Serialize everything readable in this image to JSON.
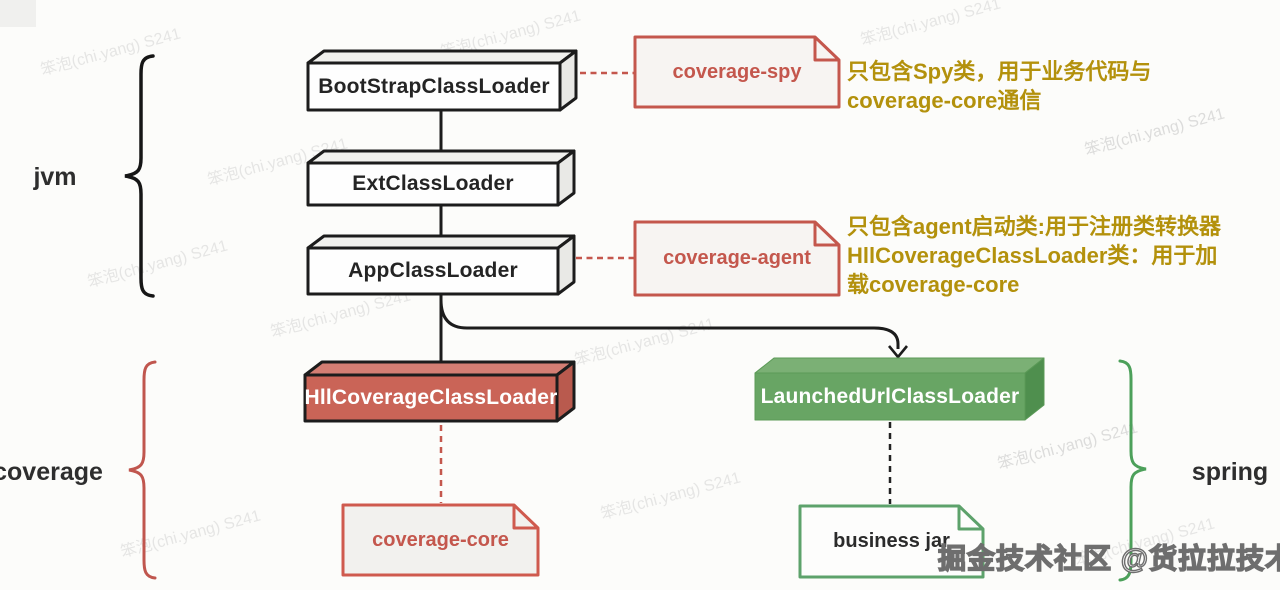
{
  "groups": {
    "jvm": {
      "label": "jvm"
    },
    "coverage": {
      "label": "coverage"
    },
    "spring": {
      "label": "spring"
    }
  },
  "class_loaders": {
    "bootstrap": {
      "label": "BootStrapClassLoader"
    },
    "ext": {
      "label": "ExtClassLoader"
    },
    "app": {
      "label": "AppClassLoader"
    },
    "hll_coverage": {
      "label": "HllCoverageClassLoader"
    },
    "launched_url": {
      "label": "LaunchedUrlClassLoader"
    }
  },
  "notes": {
    "coverage_spy": {
      "label": "coverage-spy"
    },
    "coverage_agent": {
      "label": "coverage-agent"
    },
    "coverage_core": {
      "label": "coverage-core"
    },
    "business_jar": {
      "label": "business jar"
    }
  },
  "annotations": {
    "coverage_spy": {
      "line1": "只包含Spy类，用于业务代码与",
      "line2": "coverage-core通信"
    },
    "coverage_agent": {
      "line1": "只包含agent启动类:用于注册类转换器",
      "line2": "HllCoverageClassLoader类：用于加",
      "line3": "载coverage-core"
    }
  },
  "watermarks": {
    "diagonal": "笨泡(chi.yang) S241",
    "footer": "掘金技术社区 @货拉拉技术"
  },
  "colors": {
    "line_black": "#1c1c1c",
    "red_accent": "#c4574d",
    "red_box_fill": "#ca6457",
    "green_accent": "#5da26b",
    "green_box_fill": "#68a564",
    "annotation_yellow": "#b3910c"
  }
}
